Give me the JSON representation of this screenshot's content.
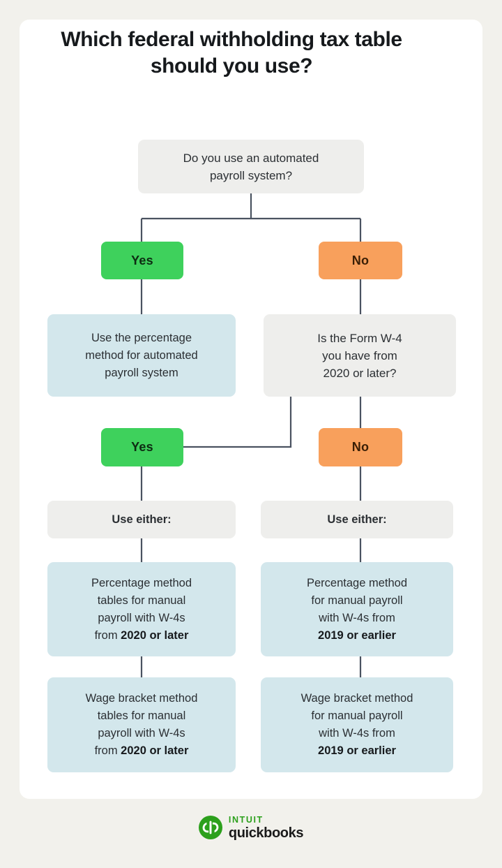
{
  "page": {
    "background_color": "#f2f1ec",
    "card_color": "#ffffff"
  },
  "header": {
    "title": "Which federal withholding tax table should you use?"
  },
  "colors": {
    "yes": "#3ed15c",
    "no": "#f8a05c",
    "info": "#d3e7ec",
    "question": "#eeeeec",
    "connector": "#4a5260",
    "brand_green": "#2ca01c"
  },
  "chart_data": {
    "type": "diagram",
    "title": "Which federal withholding tax table should you use?",
    "nodes": [
      {
        "id": "q1",
        "kind": "question",
        "text": "Do you use an automated payroll system?"
      },
      {
        "id": "yes1",
        "kind": "answer-yes",
        "text": "Yes"
      },
      {
        "id": "no1",
        "kind": "answer-no",
        "text": "No"
      },
      {
        "id": "r1",
        "kind": "result",
        "text": "Use the percentage method for automated payroll system"
      },
      {
        "id": "q2",
        "kind": "question",
        "text": "Is the Form W-4 you have from 2020 or later?"
      },
      {
        "id": "yes2",
        "kind": "answer-yes",
        "text": "Yes"
      },
      {
        "id": "no2",
        "kind": "answer-no",
        "text": "No"
      },
      {
        "id": "either-left",
        "kind": "label",
        "text": "Use either:"
      },
      {
        "id": "either-right",
        "kind": "label",
        "text": "Use either:"
      },
      {
        "id": "pm-left",
        "kind": "result",
        "text": "Percentage method tables for manual payroll with W-4s from 2020 or later"
      },
      {
        "id": "pm-right",
        "kind": "result",
        "text": "Percentage method for manual payroll with W-4s from 2019 or earlier"
      },
      {
        "id": "wb-left",
        "kind": "result",
        "text": "Wage bracket method tables for manual payroll with W-4s from 2020 or later"
      },
      {
        "id": "wb-right",
        "kind": "result",
        "text": "Wage bracket method for manual payroll with W-4s from 2019 or earlier"
      }
    ],
    "edges": [
      {
        "from": "q1",
        "to": "yes1",
        "label": ""
      },
      {
        "from": "q1",
        "to": "no1",
        "label": ""
      },
      {
        "from": "yes1",
        "to": "r1",
        "label": ""
      },
      {
        "from": "no1",
        "to": "q2",
        "label": ""
      },
      {
        "from": "q2",
        "to": "yes2",
        "label": ""
      },
      {
        "from": "q2",
        "to": "no2",
        "label": ""
      },
      {
        "from": "yes2",
        "to": "either-left",
        "label": ""
      },
      {
        "from": "no2",
        "to": "either-right",
        "label": ""
      },
      {
        "from": "either-left",
        "to": "pm-left",
        "label": ""
      },
      {
        "from": "pm-left",
        "to": "wb-left",
        "label": ""
      },
      {
        "from": "either-right",
        "to": "pm-right",
        "label": ""
      },
      {
        "from": "pm-right",
        "to": "wb-right",
        "label": ""
      }
    ]
  },
  "flow": {
    "q1": {
      "line1": "Do you use an automated",
      "line2": "payroll system?"
    },
    "yes1": "Yes",
    "no1": "No",
    "r1": {
      "line1": "Use the percentage",
      "line2": "method for automated",
      "line3": "payroll system"
    },
    "q2": {
      "line1": "Is the Form W-4",
      "line2": "you have from",
      "line3": "2020 or later?"
    },
    "yes2": "Yes",
    "no2": "No",
    "either_left": "Use either:",
    "either_right": "Use either:",
    "pm_left": {
      "line1": "Percentage method",
      "line2": "tables for manual",
      "line3": "payroll with W-4s",
      "line4_prefix": "from ",
      "line4_bold": "2020 or later"
    },
    "pm_right": {
      "line1": "Percentage method",
      "line2": "for manual payroll",
      "line3": "with W-4s from",
      "line4_bold": "2019 or earlier"
    },
    "wb_left": {
      "line1": "Wage bracket method",
      "line2": "tables for manual",
      "line3": "payroll with W-4s",
      "line4_prefix": "from ",
      "line4_bold": "2020 or later"
    },
    "wb_right": {
      "line1": "Wage bracket method",
      "line2": "for manual payroll",
      "line3": "with W-4s from",
      "line4_bold": "2019 or earlier"
    }
  },
  "footer": {
    "brand_top": "INTUIT",
    "brand_bottom": "quickbooks",
    "mark_letters": "qb"
  }
}
